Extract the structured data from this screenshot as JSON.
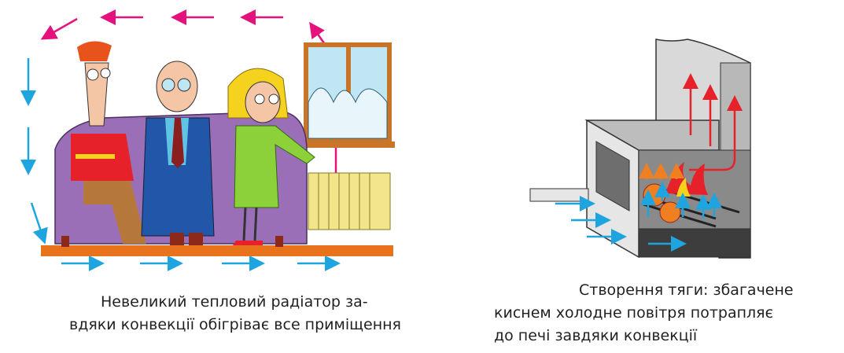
{
  "figures": [
    {
      "id": "radiator-convection",
      "caption_lines": [
        "Невеликий тепловий радіатор за-",
        "вдяки конвекції обігріває все приміщення"
      ],
      "colors": {
        "warm_air_arrow": "#e5127d",
        "cold_air_arrow": "#1ea5e0",
        "sofa": "#9b6fb8",
        "floor": "#e8731c",
        "radiator": "#f3e58a",
        "window_frame": "#c8752a"
      }
    },
    {
      "id": "stove-draft",
      "caption_lines": [
        "Створення тяги: збагачене",
        "киснем холодне повітря потрапляє",
        "до печі завдяки конвекції"
      ],
      "colors": {
        "hot_gas_arrow": "#e62129",
        "flame_arrow": "#f07f22",
        "cold_air_arrow": "#1ea5e0",
        "metal_light": "#d9d9d9",
        "metal_dark": "#5e5e5e"
      }
    }
  ]
}
